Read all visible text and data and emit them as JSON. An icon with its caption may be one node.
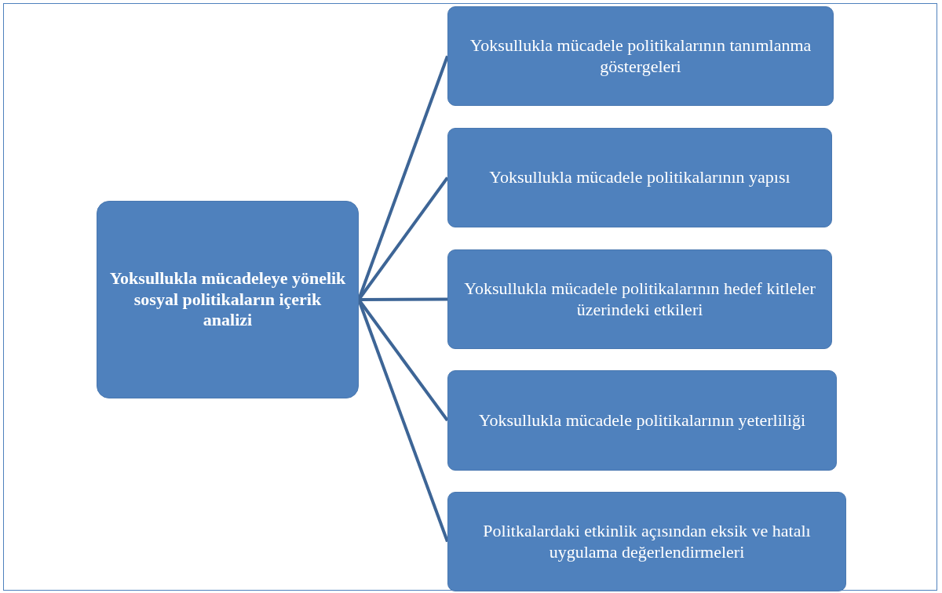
{
  "diagram": {
    "nodes": [
      {
        "text": [
          "Yoksullukla mücadeleye yönelik sosyal politikaların içerik analizi"
        ]
      },
      {
        "text": [
          "Yoksullukla mücadele politikalarının tanımlanma göstergeleri"
        ]
      },
      {
        "text": [
          "Yoksullukla mücadele politikalarının yapısı"
        ]
      },
      {
        "text": [
          "Yoksullukla mücadele politikalarının hedef kitleler üzerindeki etkileri"
        ]
      },
      {
        "text": [
          "Yoksullukla mücadele politikalarının yeterliliği"
        ]
      },
      {
        "text": [
          "Politkalardaki etkinlik açısından eksik ve hatalı  uygulama değerlendirmeleri"
        ]
      }
    ],
    "edges": [
      {
        "from": 0,
        "to": 1,
        "arrow": "none"
      },
      {
        "from": 0,
        "to": 2,
        "arrow": "none"
      },
      {
        "from": 0,
        "to": 3,
        "arrow": "none"
      },
      {
        "from": 0,
        "to": 4,
        "arrow": "none"
      },
      {
        "from": 0,
        "to": 5,
        "arrow": "none"
      }
    ]
  }
}
